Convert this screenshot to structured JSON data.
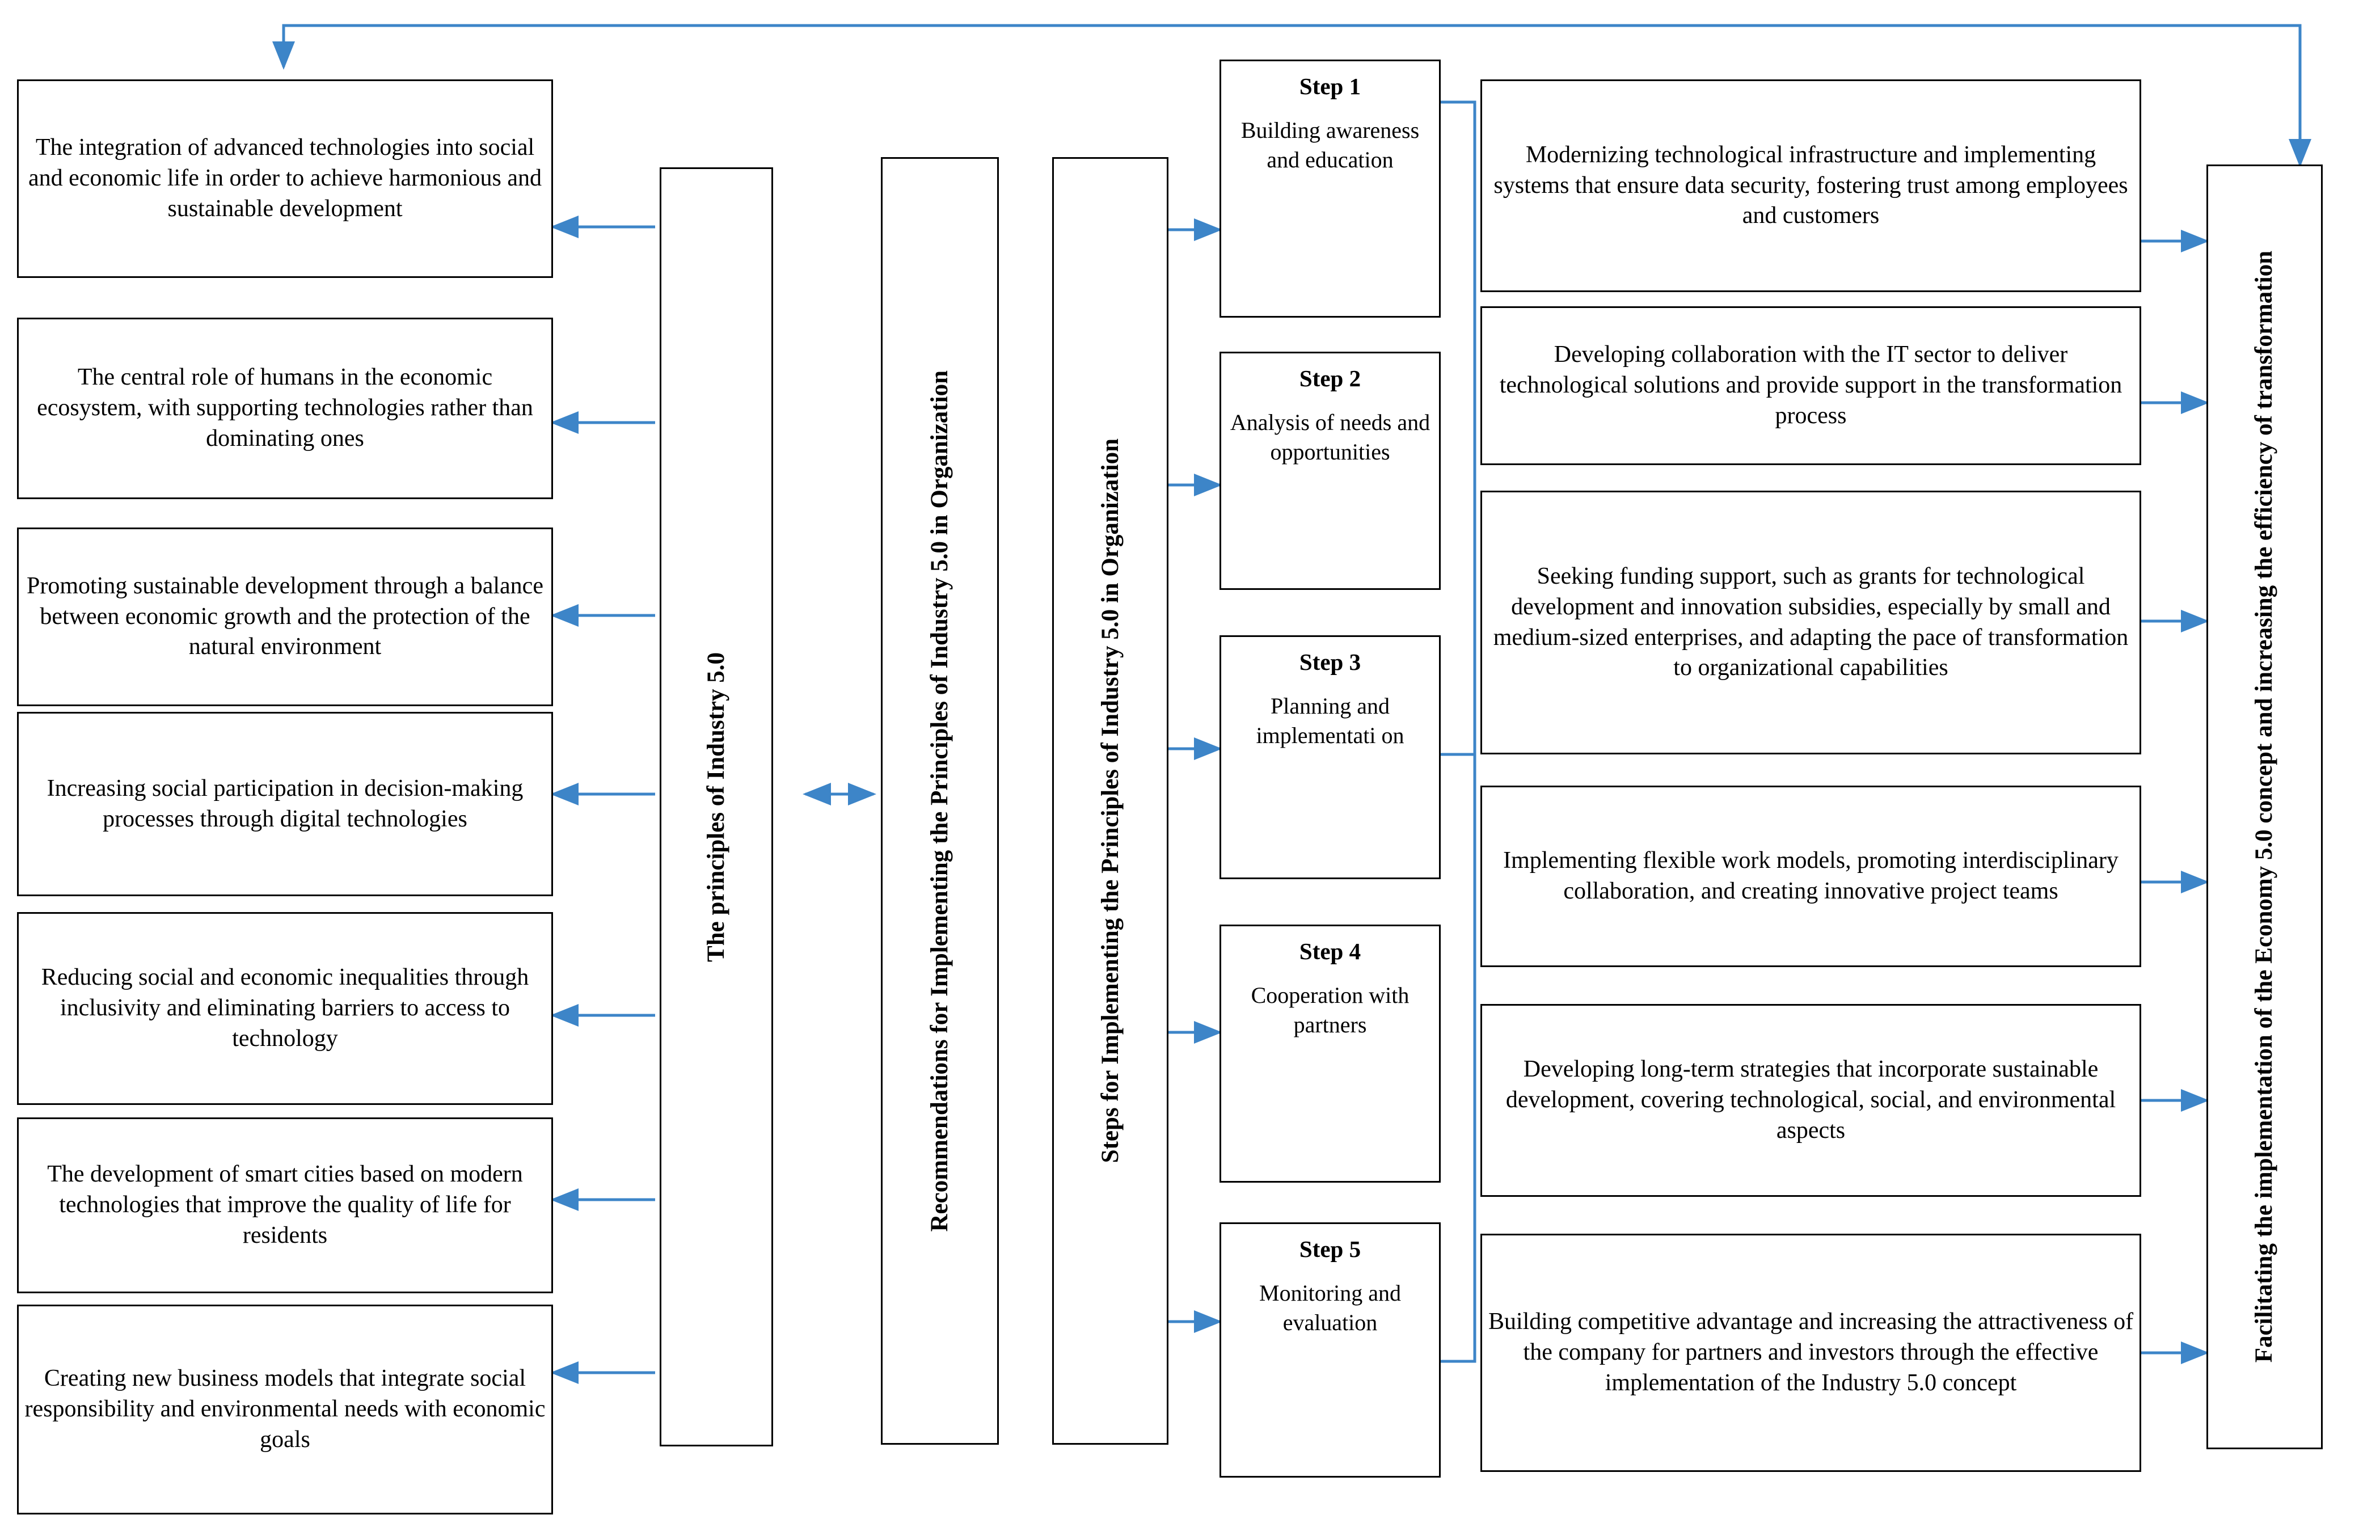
{
  "diagram": {
    "title": "Industry 5.0 principles, implementation steps and recommendations flow diagram",
    "accent_arrow_color": "#3d85c8",
    "border_color": "#000000",
    "background": "#ffffff",
    "principles_column": {
      "header": "The principles of Industry 5.0",
      "items": [
        "The integration of advanced technologies into social and economic life in order to achieve harmonious and sustainable development",
        "The central role of humans in the economic ecosystem, with supporting technologies rather than dominating ones",
        "Promoting sustainable development through a balance between economic growth and the protection of the natural environment",
        "Increasing social participation in decision-making processes through digital technologies",
        "Reducing social and economic inequalities through inclusivity and eliminating barriers to access to technology",
        "The development of smart cities based on modern technologies that improve the quality of life for residents",
        "Creating new business models that integrate social responsibility and environmental needs with economic goals"
      ]
    },
    "recommendations_header": "Recommendations for Implementing the Principles of Industry 5.0 in Organization",
    "steps_header": "Steps for Implementing the Principles of Industry 5.0 in Organization",
    "steps": [
      {
        "title": "Step 1",
        "text": "Building awareness and education"
      },
      {
        "title": "Step 2",
        "text": "Analysis of needs and opportunities"
      },
      {
        "title": "Step 3",
        "text": "Planning and implementati on"
      },
      {
        "title": "Step 4",
        "text": "Cooperation with partners"
      },
      {
        "title": "Step 5",
        "text": "Monitoring and evaluation"
      }
    ],
    "recommendations": [
      "Modernizing technological infrastructure and implementing systems that ensure data security, fostering trust among employees and customers",
      "Developing collaboration with the IT sector to deliver technological solutions and provide support in the transformation process",
      "Seeking funding support, such as grants for technological development and innovation subsidies, especially by small and medium-sized enterprises, and adapting the pace of transformation to organizational capabilities",
      "Implementing flexible work models, promoting interdisciplinary collaboration, and creating innovative project teams",
      "Developing long-term strategies that incorporate sustainable development, covering technological, social, and environmental aspects",
      "Building competitive advantage and increasing the attractiveness of the company for partners and investors through the effective implementation of the Industry 5.0 concept"
    ],
    "outcome_header": "Facilitating the implementation of the Economy 5.0 concept and increasing the efficiency of transformation"
  }
}
